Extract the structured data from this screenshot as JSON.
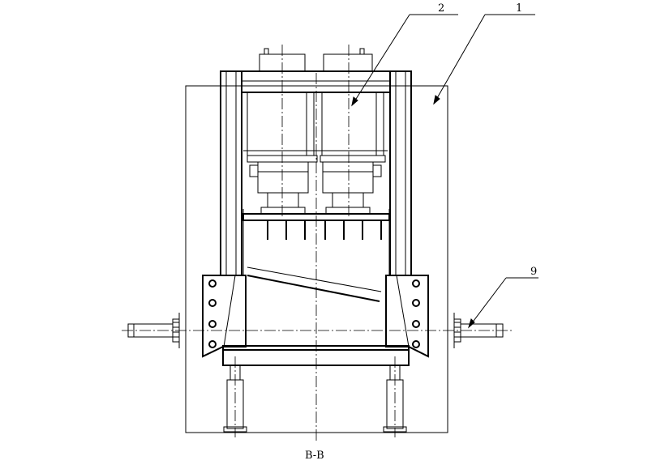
{
  "callouts": [
    {
      "id": "1",
      "text": "1"
    },
    {
      "id": "2",
      "text": "2"
    },
    {
      "id": "9",
      "text": "9"
    }
  ],
  "section_label": "B-B",
  "colors": {
    "line": "#000000",
    "background": "#ffffff"
  }
}
